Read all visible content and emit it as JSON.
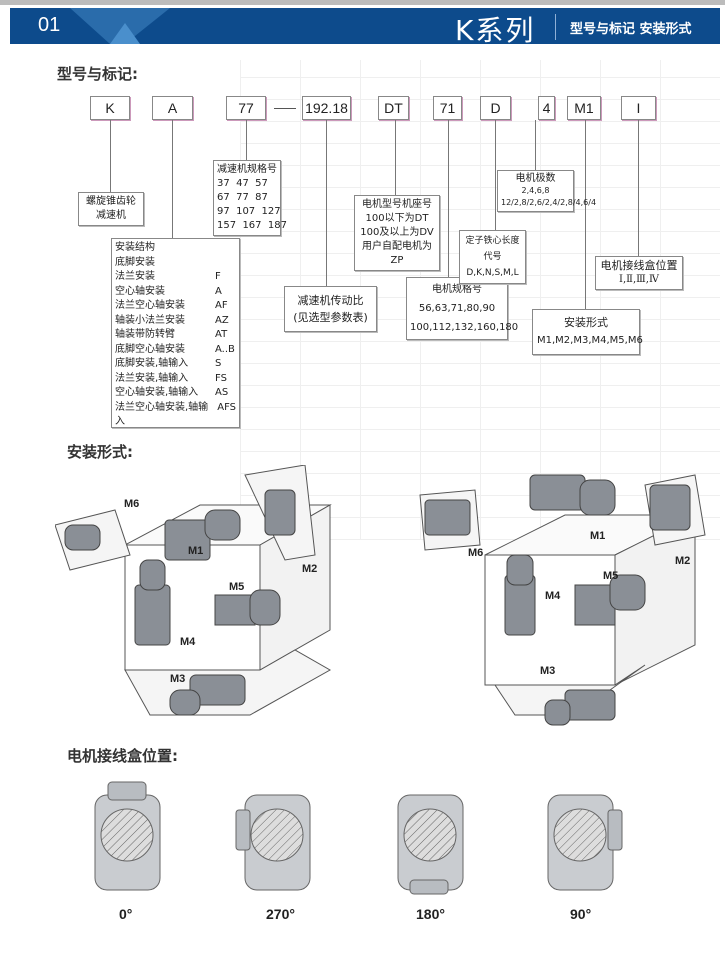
{
  "header": {
    "page_number": "01",
    "title": "K系列",
    "subtitle": "型号与标记  安装形式"
  },
  "model_section": {
    "heading": "型号与标记:",
    "codes": [
      "K",
      "A",
      "77",
      "192.18",
      "DT",
      "71",
      "D",
      "4",
      "M1",
      "I"
    ],
    "reducer_type": [
      "螺旋锥齿轮",
      "减速机"
    ],
    "size": {
      "title": "减速机规格号",
      "rows": [
        "37  47  57",
        "67  77  87",
        "97  107  127",
        "157  167  187"
      ]
    },
    "mounting_structure": {
      "title": "安装结构",
      "rows": [
        [
          "底脚安装",
          ""
        ],
        [
          "法兰安装",
          "F"
        ],
        [
          "空心轴安装",
          "A"
        ],
        [
          "法兰空心轴安装",
          "AF"
        ],
        [
          "轴装小法兰安装",
          "AZ"
        ],
        [
          "轴装带防转臂",
          "AT"
        ],
        [
          "底脚空心轴安装",
          "A..B"
        ],
        [
          "底脚安装,轴输入",
          "S"
        ],
        [
          "法兰安装,轴输入",
          "FS"
        ],
        [
          "空心轴安装,轴输入",
          "AS"
        ],
        [
          "法兰空心轴安装,轴输入",
          "AFS"
        ]
      ]
    },
    "ratio": [
      "减速机传动比",
      "(见选型参数表)"
    ],
    "motor_frame": [
      "电机型号机座号",
      "100以下为DT",
      "100及以上为DV",
      "用户自配电机为ZP"
    ],
    "motor_size": [
      "电机规格号",
      "56,63,71,80,90",
      "100,112,132,160,180"
    ],
    "stator": [
      "定子铁心长度代号",
      "D,K,N,S,M,L"
    ],
    "poles": [
      "电机极数",
      "2,4,6,8",
      "12/2,8/2,6/2,4/2,8/4,6/4"
    ],
    "terminal_box": [
      "电机接线盒位置",
      "Ⅰ,Ⅱ,Ⅲ,Ⅳ"
    ],
    "mounting_position": [
      "安装形式",
      "M1,M2,M3,M4,M5,M6"
    ]
  },
  "mounting_section": {
    "heading": "安装形式:",
    "left_labels": [
      "M1",
      "M2",
      "M3",
      "M4",
      "M5",
      "M6"
    ],
    "right_labels": [
      "M1",
      "M2",
      "M3",
      "M4",
      "M5",
      "M6"
    ]
  },
  "terminal_section": {
    "heading": "电机接线盒位置:",
    "angles": [
      "0°",
      "270°",
      "180°",
      "90°"
    ]
  },
  "colors": {
    "banner": "#0d4b8c"
  }
}
